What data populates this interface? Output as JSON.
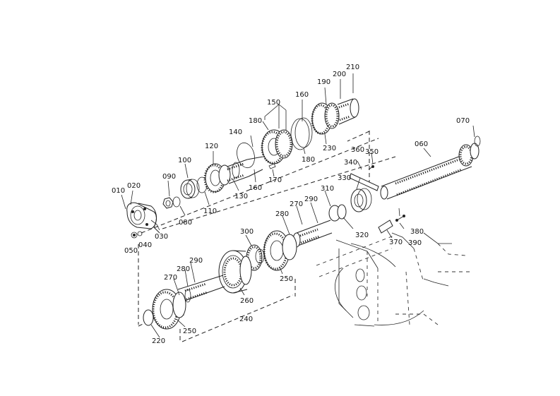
{
  "diagram": {
    "parts": [
      {
        "id": "p010",
        "label": "010"
      },
      {
        "id": "p020",
        "label": "020"
      },
      {
        "id": "p030",
        "label": "030"
      },
      {
        "id": "p040",
        "label": "040"
      },
      {
        "id": "p050",
        "label": "050"
      },
      {
        "id": "p060",
        "label": "060"
      },
      {
        "id": "p070",
        "label": "070"
      },
      {
        "id": "p080",
        "label": "080"
      },
      {
        "id": "p090",
        "label": "090"
      },
      {
        "id": "p100",
        "label": "100"
      },
      {
        "id": "p110",
        "label": "110"
      },
      {
        "id": "p120",
        "label": "120"
      },
      {
        "id": "p130",
        "label": "130"
      },
      {
        "id": "p140",
        "label": "140"
      },
      {
        "id": "p150",
        "label": "150"
      },
      {
        "id": "p160a",
        "label": "160"
      },
      {
        "id": "p160b",
        "label": "160"
      },
      {
        "id": "p170",
        "label": "170"
      },
      {
        "id": "p180a",
        "label": "180"
      },
      {
        "id": "p180b",
        "label": "180"
      },
      {
        "id": "p190",
        "label": "190"
      },
      {
        "id": "p200",
        "label": "200"
      },
      {
        "id": "p210",
        "label": "210"
      },
      {
        "id": "p220",
        "label": "220"
      },
      {
        "id": "p230",
        "label": "230"
      },
      {
        "id": "p240",
        "label": "240"
      },
      {
        "id": "p250a",
        "label": "250"
      },
      {
        "id": "p250b",
        "label": "250"
      },
      {
        "id": "p260",
        "label": "260"
      },
      {
        "id": "p270a",
        "label": "270"
      },
      {
        "id": "p270b",
        "label": "270"
      },
      {
        "id": "p280a",
        "label": "280"
      },
      {
        "id": "p280b",
        "label": "280"
      },
      {
        "id": "p290a",
        "label": "290"
      },
      {
        "id": "p290b",
        "label": "290"
      },
      {
        "id": "p300",
        "label": "300"
      },
      {
        "id": "p310",
        "label": "310"
      },
      {
        "id": "p320",
        "label": "320"
      },
      {
        "id": "p330",
        "label": "330"
      },
      {
        "id": "p340",
        "label": "340"
      },
      {
        "id": "p350",
        "label": "350"
      },
      {
        "id": "p360",
        "label": "360"
      },
      {
        "id": "p370",
        "label": "370"
      },
      {
        "id": "p380",
        "label": "380"
      },
      {
        "id": "p390",
        "label": "390"
      }
    ]
  }
}
